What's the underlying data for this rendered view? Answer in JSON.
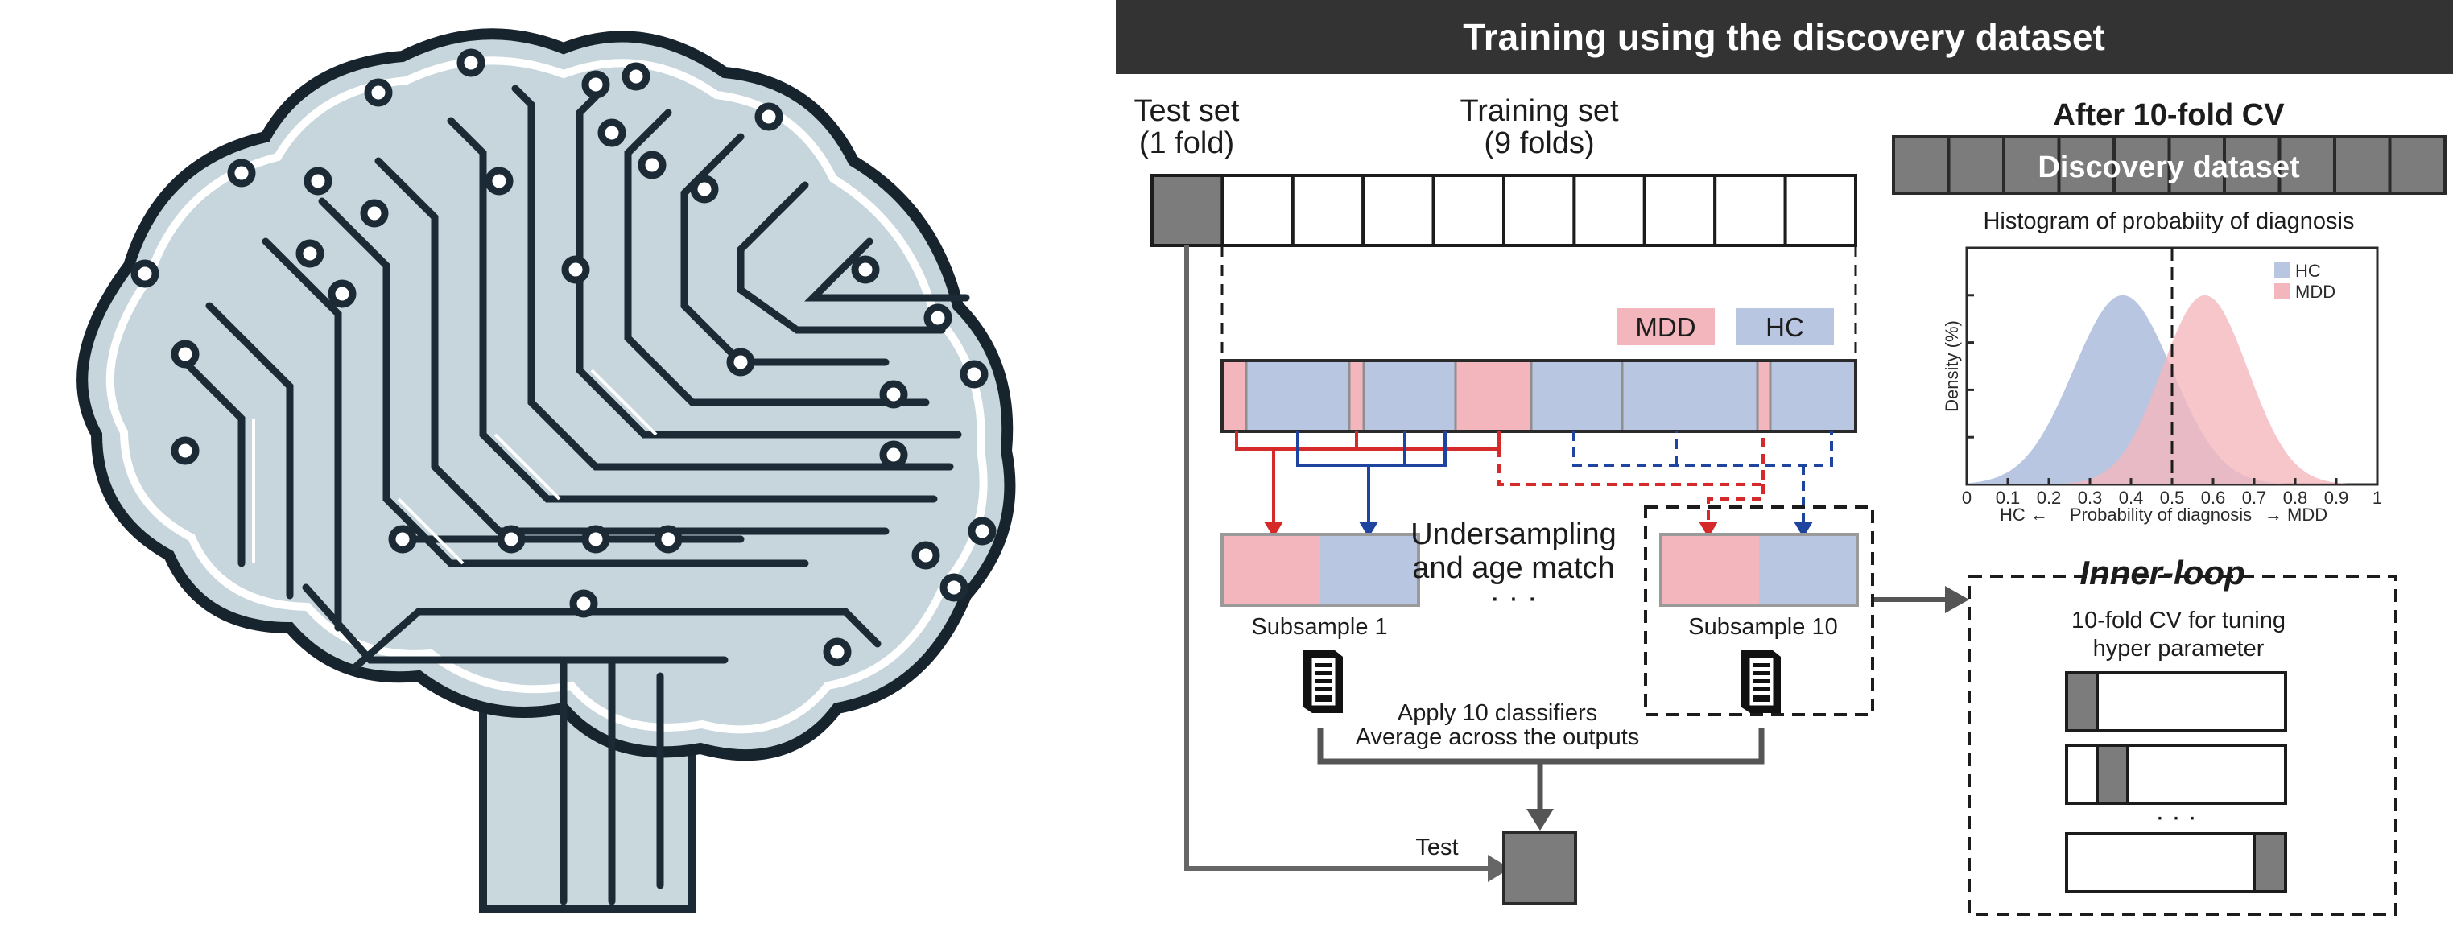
{
  "header": {
    "title": "Training using the discovery dataset"
  },
  "folds": {
    "test_label_line1": "Test set",
    "test_label_line2": "(1 fold)",
    "train_label_line1": "Training set",
    "train_label_line2": "(9 folds)"
  },
  "groups": {
    "mdd": "MDD",
    "hc": "HC"
  },
  "colors": {
    "mdd": "#f4b6bd",
    "hc": "#b9c6e2",
    "mdd_line": "#d42a2a",
    "hc_line": "#1f44a0",
    "dark": "#3a3a3a",
    "fold_fill": "#7c7c7c"
  },
  "subsamples": {
    "first_label": "Subsample 1",
    "last_label": "Subsample 10",
    "method_line1": "Undersampling",
    "method_line2": "and age match",
    "ellipsis": "· · ·"
  },
  "classifiers": {
    "line1": "Apply 10 classifiers",
    "line2": "Average across the outputs",
    "test_label": "Test"
  },
  "after_cv": {
    "title": "After 10-fold CV",
    "dataset_label": "Discovery dataset",
    "histogram_title": "Histogram of probabiity of diagnosis"
  },
  "chart_data": {
    "type": "area",
    "title": "Histogram of probabiity of diagnosis",
    "xlabel_left": "HC ←",
    "xlabel_center": "Probability of diagnosis",
    "xlabel_right": "→ MDD",
    "ylabel": "Density (%)",
    "xlim": [
      0,
      1
    ],
    "x_ticks": [
      "0",
      "0.1",
      "0.2",
      "0.3",
      "0.4",
      "0.5",
      "0.6",
      "0.7",
      "0.8",
      "0.9",
      "1"
    ],
    "threshold": 0.5,
    "legend_position": "top-right",
    "series": [
      {
        "name": "HC",
        "color": "#b9c6e2",
        "mean": 0.38,
        "sd": 0.12,
        "peak": 1.0
      },
      {
        "name": "MDD",
        "color": "#f4b6bd",
        "mean": 0.58,
        "sd": 0.105,
        "peak": 1.0
      }
    ]
  },
  "inner_loop": {
    "title": "Inner-loop",
    "desc_line1": "10-fold CV for tuning",
    "desc_line2": "hyper parameter",
    "ellipsis": "· · ·"
  }
}
